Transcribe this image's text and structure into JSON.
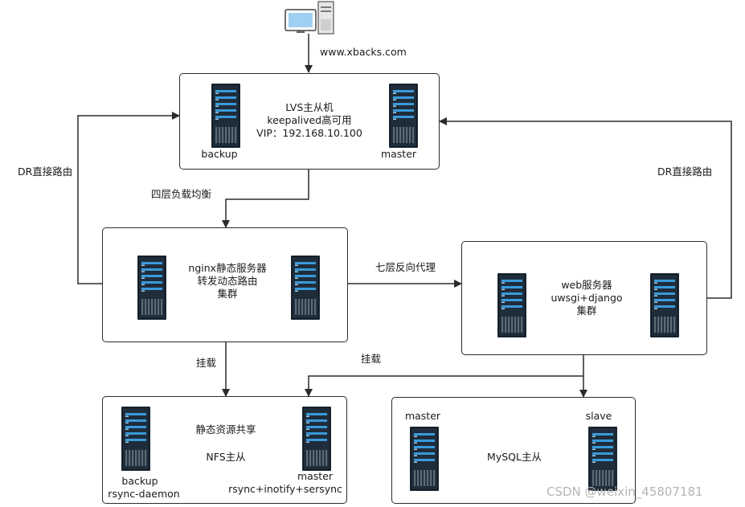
{
  "client": {
    "url_label": "www.xbacks.com"
  },
  "lvs": {
    "lines": [
      "LVS主从机",
      "keepalived高可用",
      "VIP：192.168.10.100"
    ],
    "left_label": "backup",
    "right_label": "master"
  },
  "nginx": {
    "lines": [
      "nginx静态服务器",
      "转发动态路由",
      "集群"
    ]
  },
  "web": {
    "lines": [
      "web服务器",
      "uwsgi+django",
      "集群"
    ]
  },
  "nfs": {
    "title": "NFS主从",
    "left_label": "backup",
    "left_sub": "rsync-daemon",
    "right_label": "master",
    "right_sub": "rsync+inotify+sersync",
    "share_label": "静态资源共享"
  },
  "mysql": {
    "title": "MySQL主从",
    "left_label": "master",
    "right_label": "slave"
  },
  "edges": {
    "dr_left": "DR直接路由",
    "dr_right": "DR直接路由",
    "l4": "四层负载均衡",
    "l7": "七层反向代理",
    "mount_nginx": "挂载",
    "mount_web": "挂载"
  },
  "watermark": "CSDN @weixin_45807181",
  "colors": {
    "server_body": "#1f2d3a",
    "server_slot": "#3a9ad9",
    "line": "#2b2b2b"
  }
}
